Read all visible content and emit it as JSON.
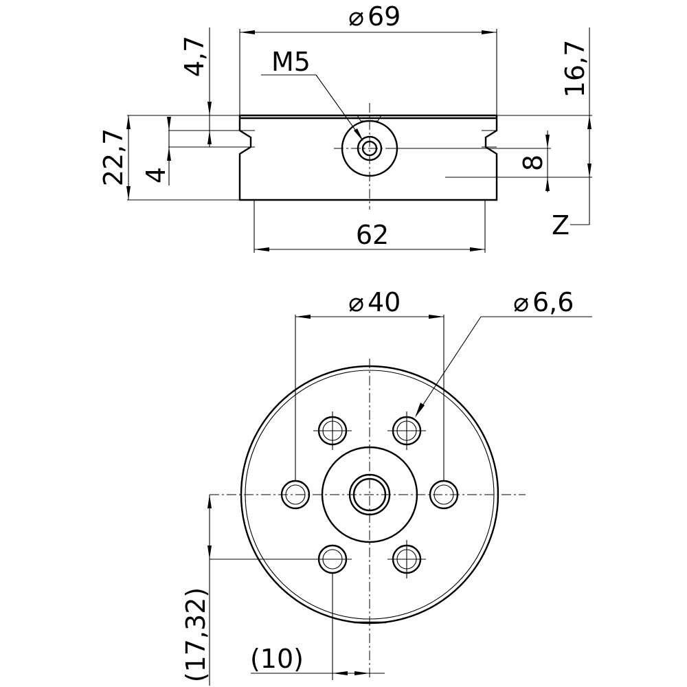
{
  "dimensions": {
    "top_diameter": "69",
    "thread": "M5",
    "left_height": "4,7",
    "right_height": "16,7",
    "total_height": "22,7",
    "groove_height": "4",
    "center_height": "8",
    "bottom_width": "62",
    "datum": "Z",
    "bolt_circle": "40",
    "hole_diameter": "6,6",
    "offset_vertical": "(17,32)",
    "offset_horizontal": "(10)"
  },
  "symbols": {
    "diameter": "⌀"
  }
}
